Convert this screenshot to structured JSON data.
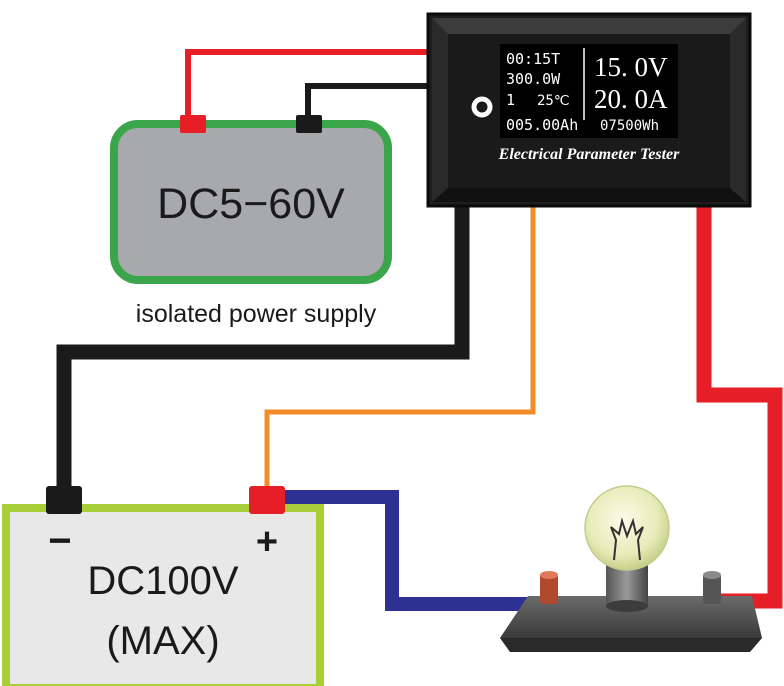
{
  "power_supply": {
    "label": "DC5−60V",
    "caption": "isolated power supply",
    "border_color": "#3aa54b",
    "fill_color": "#a7a9ac"
  },
  "tester": {
    "display": {
      "time": "00:15T",
      "power": "300.0W",
      "channel": "1",
      "temperature": "25℃",
      "capacity": "005.00Ah",
      "voltage": "15. 0V",
      "current": "20. 0A",
      "energy": "07500Wh"
    },
    "name": "Electrical Parameter Tester",
    "button_icon": "ring-button-icon"
  },
  "battery": {
    "negative": "−",
    "positive": "+",
    "rating": "DC100V",
    "max": "(MAX)",
    "border_color": "#a9cf38",
    "fill_color": "#e8e8e8"
  },
  "load": {
    "icon": "light-bulb-icon"
  },
  "wire_colors": {
    "red": "#e61e25",
    "black": "#1a1a1a",
    "orange": "#f28c28",
    "blue": "#2e3192"
  }
}
